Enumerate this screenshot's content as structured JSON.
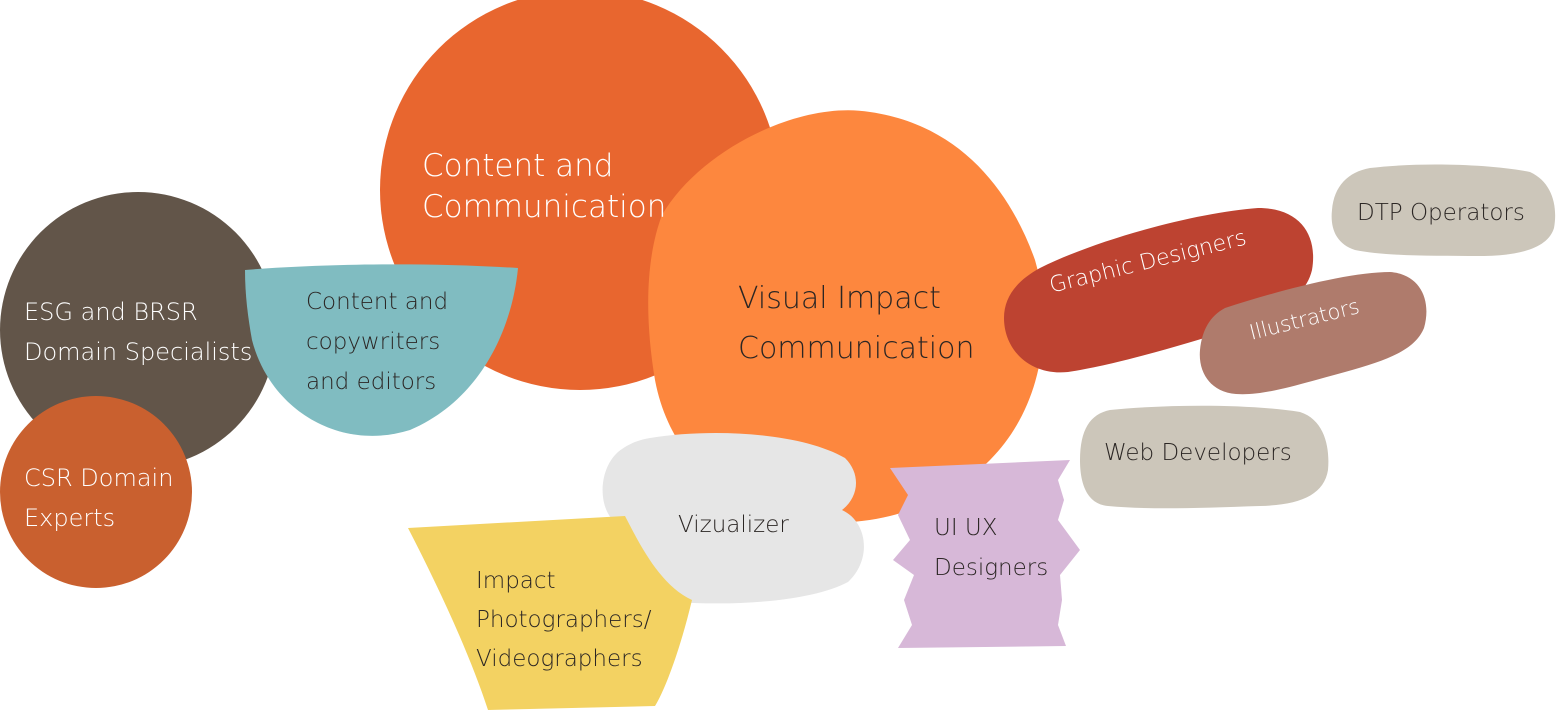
{
  "colors": {
    "esg": "#625549",
    "csr": "#C9602F",
    "content_comm": "#E8662F",
    "copywriters": "#80BCC1",
    "visual": "#FD873E",
    "vizualizer": "#E6E6E6",
    "photographers": "#F3D262",
    "uiux": "#D7B8D8",
    "graphic": "#BD4331",
    "illustrators": "#AF7B6C",
    "web": "#CCC6BA",
    "dtp": "#CCC6BA",
    "text_light": "#FFFFFF",
    "text_dark": "#2B2624"
  },
  "bubbles": {
    "content_comm": {
      "icon": "circle",
      "lines": [
        "Content and",
        "Communication"
      ]
    },
    "esg": {
      "icon": "circle",
      "lines": [
        "ESG and BRSR",
        "Domain Specialists"
      ]
    },
    "csr": {
      "icon": "circle",
      "lines": [
        "CSR Domain",
        "Experts"
      ]
    },
    "copywriters": {
      "icon": "bowl",
      "lines": [
        "Content and",
        "copywriters",
        "and editors"
      ]
    },
    "visual": {
      "icon": "blob",
      "lines": [
        "Visual Impact",
        "Communication"
      ]
    },
    "vizualizer": {
      "icon": "cloud",
      "lines": [
        "Vizualizer"
      ]
    },
    "photographers": {
      "icon": "trapezoid",
      "lines": [
        "Impact",
        "Photographers/",
        "Videographers"
      ]
    },
    "uiux": {
      "icon": "zigzag",
      "lines": [
        "UI UX",
        "Designers"
      ]
    },
    "graphic": {
      "icon": "pill",
      "lines": [
        "Graphic Designers"
      ]
    },
    "illustrators": {
      "icon": "pill",
      "lines": [
        "Illustrators"
      ]
    },
    "web": {
      "icon": "pill",
      "lines": [
        "Web Developers"
      ]
    },
    "dtp": {
      "icon": "pill",
      "lines": [
        "DTP Operators"
      ]
    }
  }
}
